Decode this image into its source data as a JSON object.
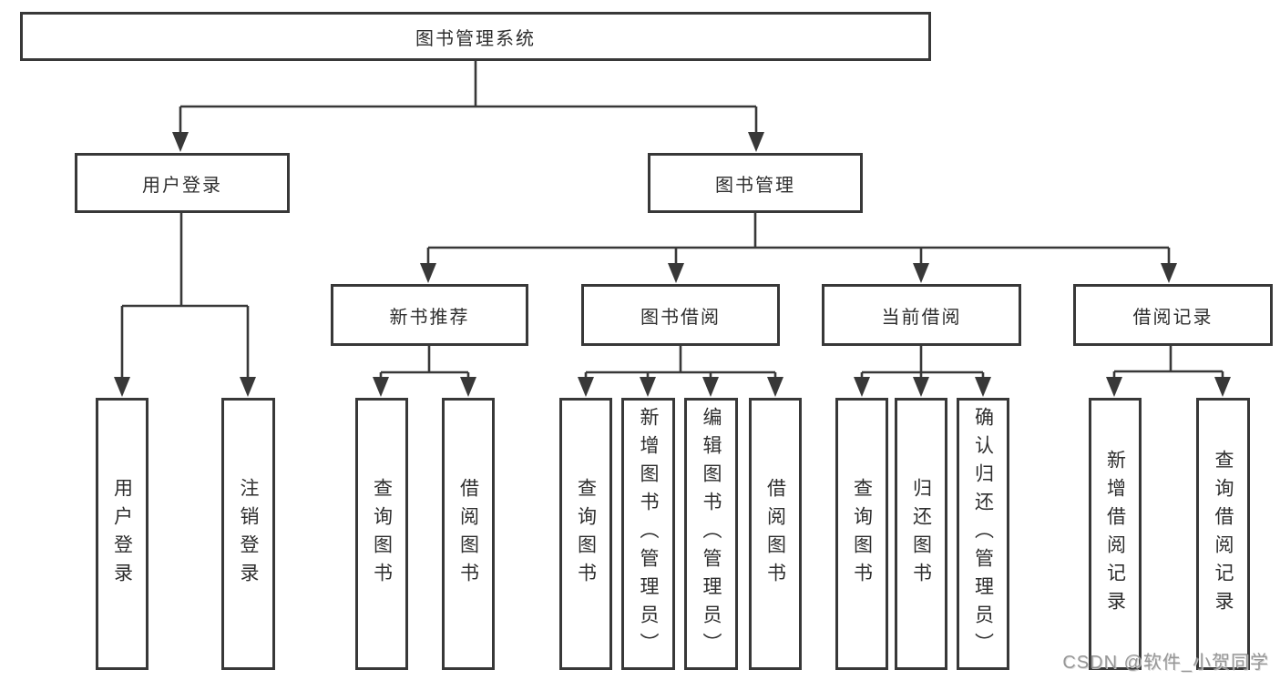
{
  "tree": {
    "root": {
      "label": "图书管理系统"
    },
    "user_login": {
      "label": "用户登录",
      "children": [
        {
          "label": "用户登录"
        },
        {
          "label": "注销登录"
        }
      ]
    },
    "book_mgmt": {
      "label": "图书管理",
      "children": [
        {
          "label": "新书推荐",
          "children": [
            {
              "label": "查询图书"
            },
            {
              "label": "借阅图书"
            }
          ]
        },
        {
          "label": "图书借阅",
          "children": [
            {
              "label": "查询图书"
            },
            {
              "label": "新增图书（管理员）"
            },
            {
              "label": "编辑图书（管理员）"
            },
            {
              "label": "借阅图书"
            }
          ]
        },
        {
          "label": "当前借阅",
          "children": [
            {
              "label": "查询图书"
            },
            {
              "label": "归还图书"
            },
            {
              "label": "确认归还（管理员）"
            }
          ]
        },
        {
          "label": "借阅记录",
          "children": [
            {
              "label": "新增借阅记录"
            },
            {
              "label": "查询借阅记录"
            }
          ]
        }
      ]
    }
  },
  "watermark": {
    "text": "CSDN @软件_小贺同学"
  },
  "colors": {
    "line": "#383838",
    "text": "#2e2e2e",
    "background": "#ffffff",
    "watermark": "#8f8f8f"
  }
}
